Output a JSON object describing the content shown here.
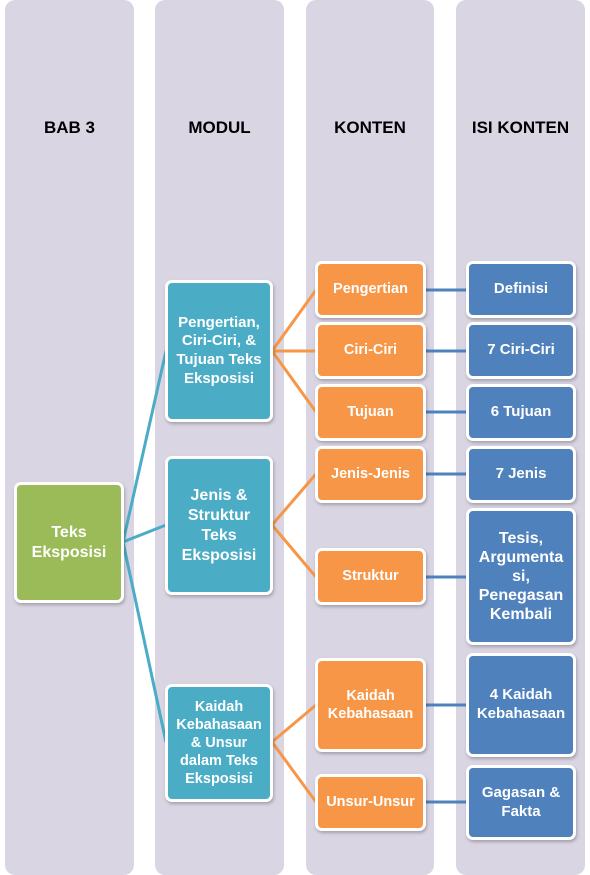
{
  "headers": {
    "bab": "BAB 3",
    "modul": "MODUL",
    "konten": "KONTEN",
    "isi": "ISI KONTEN"
  },
  "colors": {
    "column_bg": "#d9d5e3",
    "root": "#9bbb59",
    "modul": "#4bacc6",
    "konten": "#f79646",
    "isi": "#4f81bd"
  },
  "root": {
    "label": "Teks\nEksposisi"
  },
  "modul": [
    {
      "label": "Pengertian, Ciri-Ciri, & Tujuan Teks Eksposisi"
    },
    {
      "label": "Jenis & Struktur Teks Eksposisi"
    },
    {
      "label": "Kaidah Kebahasaan & Unsur dalam Teks Eksposisi"
    }
  ],
  "konten": [
    {
      "label": "Pengertian"
    },
    {
      "label": "Ciri-Ciri"
    },
    {
      "label": "Tujuan"
    },
    {
      "label": "Jenis-Jenis"
    },
    {
      "label": "Struktur"
    },
    {
      "label": "Kaidah\nKebahasaan"
    },
    {
      "label": "Unsur-Unsur"
    }
  ],
  "isi": [
    {
      "label": "Definisi"
    },
    {
      "label": "7 Ciri-Ciri"
    },
    {
      "label": "6 Tujuan"
    },
    {
      "label": "7 Jenis"
    },
    {
      "label": "Tesis,\nArgumenta\nsi,\nPenegasan\nKembali"
    },
    {
      "label": "4 Kaidah\nKebahasaan"
    },
    {
      "label": "Gagasan &\nFakta"
    }
  ]
}
